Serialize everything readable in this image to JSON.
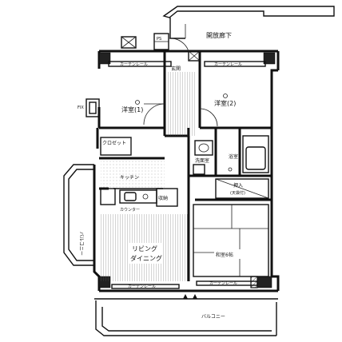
{
  "labels": {
    "corridor": "開放廊下",
    "ps": "PS",
    "entrance": "玄関",
    "western_room_1": "洋室(1)",
    "western_room_2": "洋室(2)",
    "curtain_rail_1": "カーテンレール",
    "curtain_rail_2": "カーテンレール",
    "curtain_rail_3": "カーテンレール",
    "curtain_rail_4": "カーテンレール",
    "fix": "FIX",
    "closet": "クロゼット",
    "washroom": "洗面室",
    "bathroom": "浴室",
    "storage": "収納",
    "kitchen": "キッチン",
    "counter": "カウンター",
    "living": "リビング",
    "dining": "ダイニング",
    "japanese_room": "和室6帖",
    "oshiire_top": "押入",
    "oshiire_bottom": "(天袋付)",
    "balcony_side": "バルコニー",
    "balcony_bottom": "バルコニー"
  }
}
